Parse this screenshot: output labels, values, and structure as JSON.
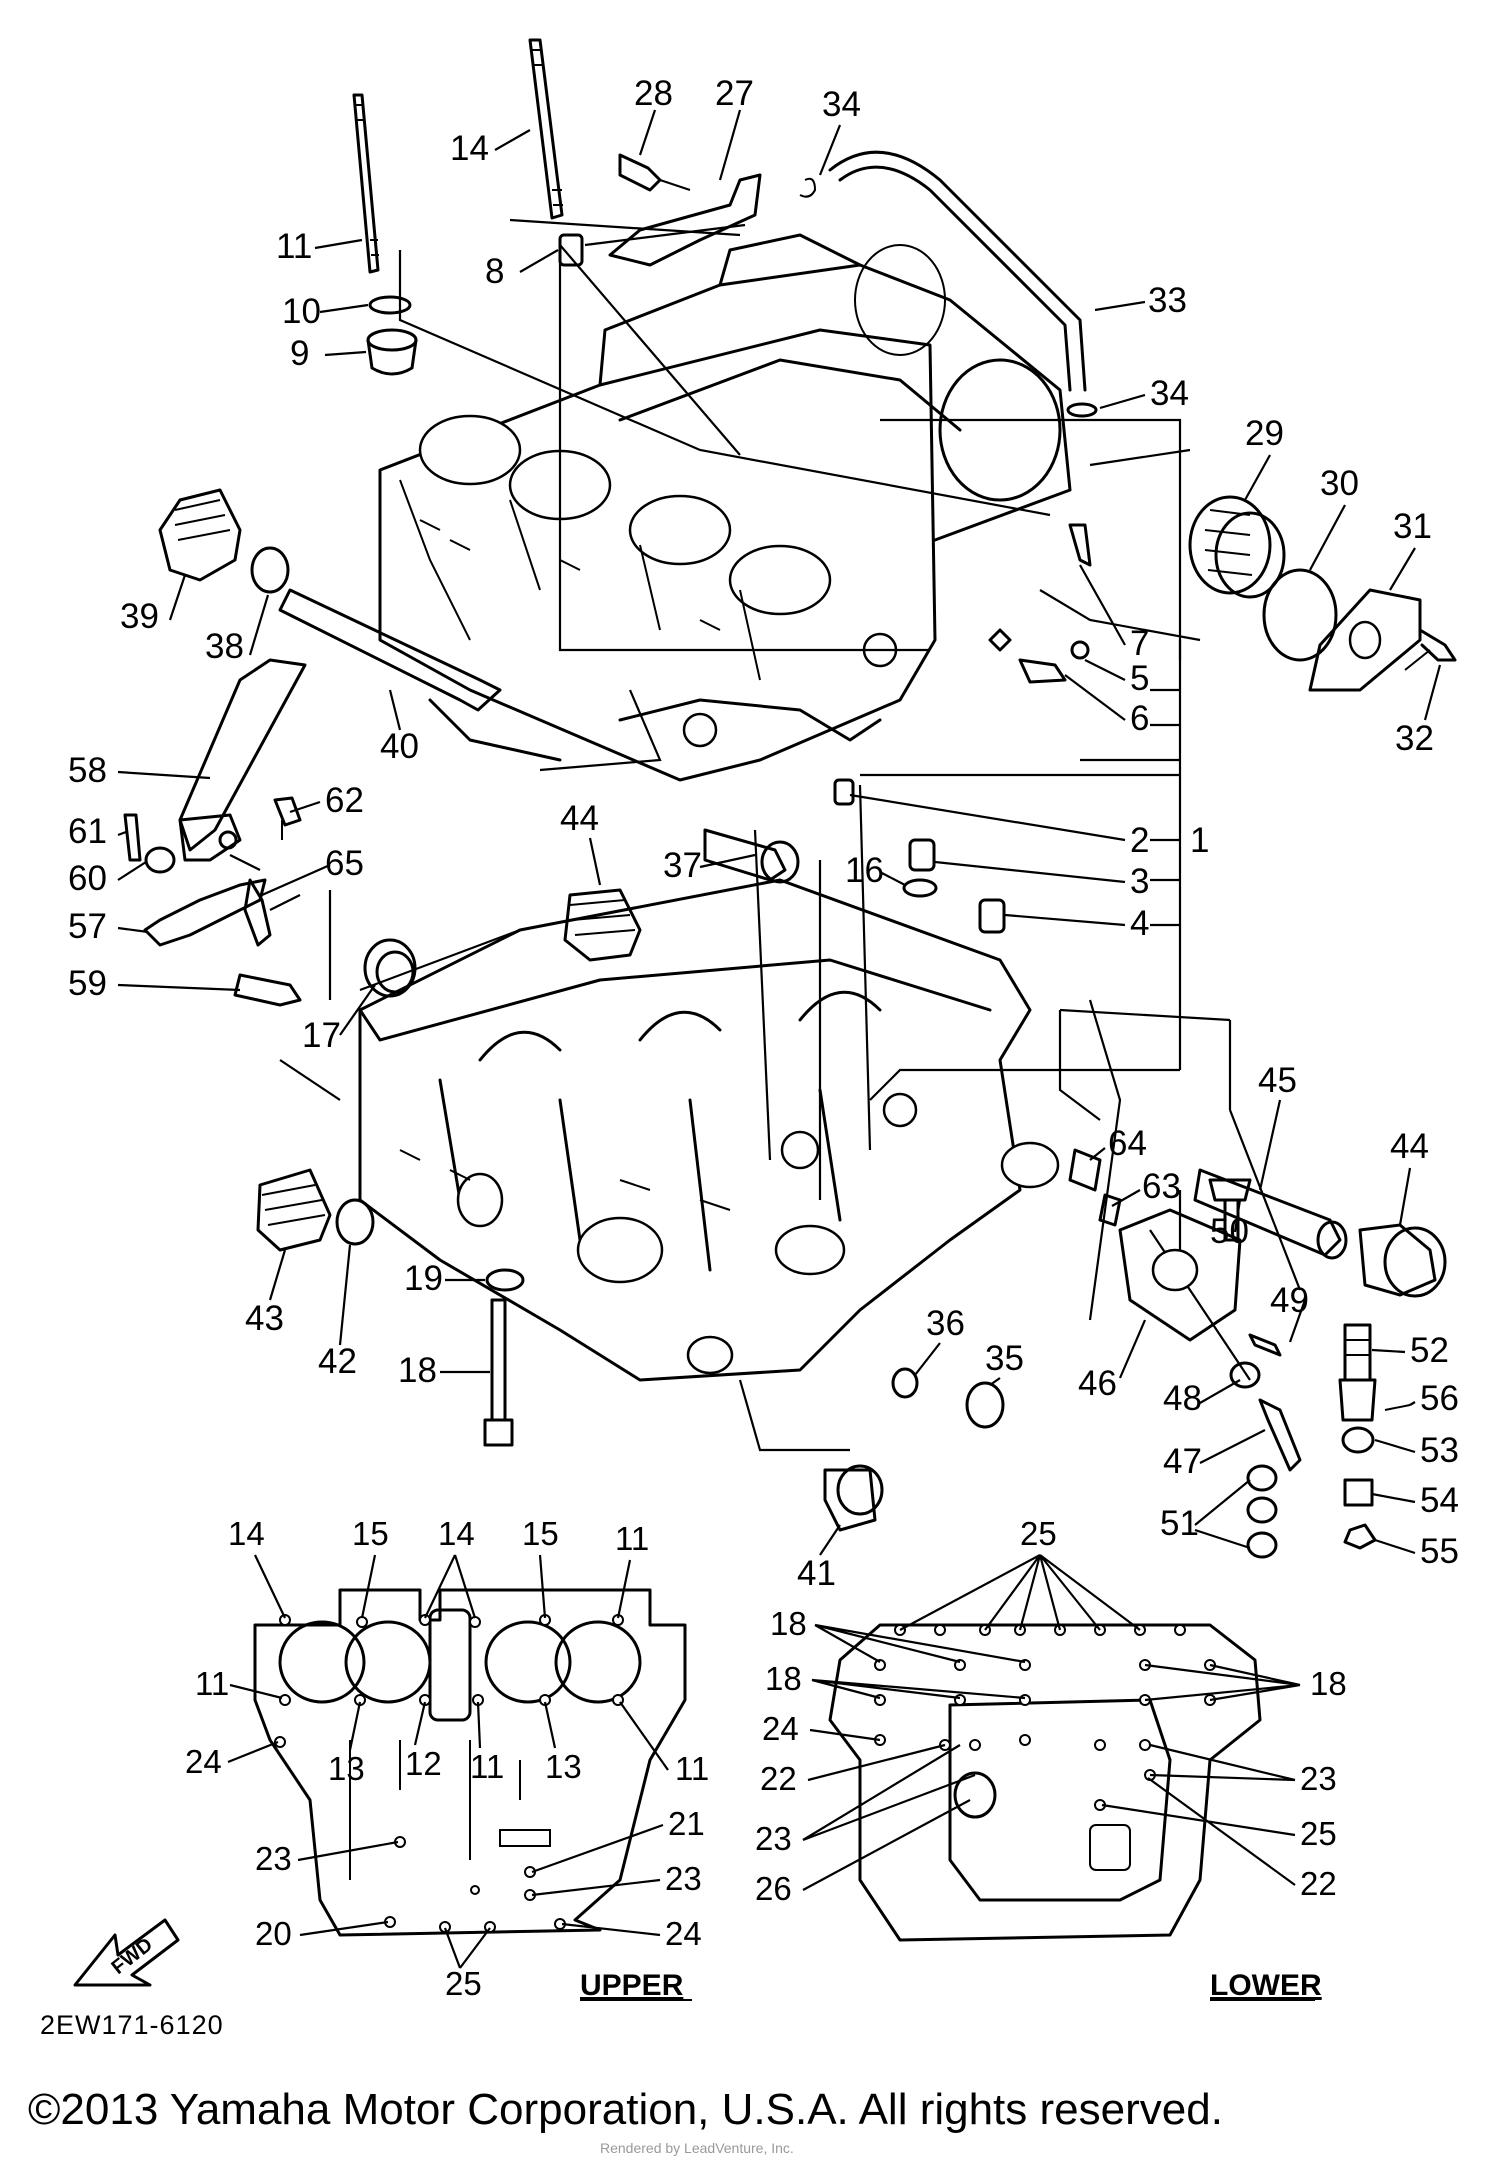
{
  "diagram": {
    "callouts": [
      {
        "id": "c1",
        "text": "1"
      },
      {
        "id": "c2",
        "text": "2"
      },
      {
        "id": "c3",
        "text": "3"
      },
      {
        "id": "c4",
        "text": "4"
      },
      {
        "id": "c5",
        "text": "5"
      },
      {
        "id": "c6",
        "text": "6"
      },
      {
        "id": "c7",
        "text": "7"
      },
      {
        "id": "c8",
        "text": "8"
      },
      {
        "id": "c9",
        "text": "9"
      },
      {
        "id": "c10",
        "text": "10"
      },
      {
        "id": "c11",
        "text": "11"
      },
      {
        "id": "c14",
        "text": "14"
      },
      {
        "id": "c16",
        "text": "16"
      },
      {
        "id": "c17",
        "text": "17"
      },
      {
        "id": "c18",
        "text": "18"
      },
      {
        "id": "c19",
        "text": "19"
      },
      {
        "id": "c27",
        "text": "27"
      },
      {
        "id": "c28",
        "text": "28"
      },
      {
        "id": "c29",
        "text": "29"
      },
      {
        "id": "c30",
        "text": "30"
      },
      {
        "id": "c31",
        "text": "31"
      },
      {
        "id": "c32",
        "text": "32"
      },
      {
        "id": "c33",
        "text": "33"
      },
      {
        "id": "c34a",
        "text": "34"
      },
      {
        "id": "c34b",
        "text": "34"
      },
      {
        "id": "c35",
        "text": "35"
      },
      {
        "id": "c36",
        "text": "36"
      },
      {
        "id": "c37",
        "text": "37"
      },
      {
        "id": "c38",
        "text": "38"
      },
      {
        "id": "c39",
        "text": "39"
      },
      {
        "id": "c40",
        "text": "40"
      },
      {
        "id": "c41",
        "text": "41"
      },
      {
        "id": "c42",
        "text": "42"
      },
      {
        "id": "c43",
        "text": "43"
      },
      {
        "id": "c44a",
        "text": "44"
      },
      {
        "id": "c44b",
        "text": "44"
      },
      {
        "id": "c45",
        "text": "45"
      },
      {
        "id": "c46",
        "text": "46"
      },
      {
        "id": "c47",
        "text": "47"
      },
      {
        "id": "c48",
        "text": "48"
      },
      {
        "id": "c49",
        "text": "49"
      },
      {
        "id": "c50",
        "text": "50"
      },
      {
        "id": "c51",
        "text": "51"
      },
      {
        "id": "c52",
        "text": "52"
      },
      {
        "id": "c53",
        "text": "53"
      },
      {
        "id": "c54",
        "text": "54"
      },
      {
        "id": "c55",
        "text": "55"
      },
      {
        "id": "c56",
        "text": "56"
      },
      {
        "id": "c57",
        "text": "57"
      },
      {
        "id": "c58",
        "text": "58"
      },
      {
        "id": "c59",
        "text": "59"
      },
      {
        "id": "c60",
        "text": "60"
      },
      {
        "id": "c61",
        "text": "61"
      },
      {
        "id": "c62",
        "text": "62"
      },
      {
        "id": "c63",
        "text": "63"
      },
      {
        "id": "c64",
        "text": "64"
      },
      {
        "id": "c65",
        "text": "65"
      }
    ],
    "upper_view": {
      "title": "UPPER",
      "labels": [
        "14",
        "15",
        "14",
        "15",
        "11",
        "11",
        "13",
        "12",
        "11",
        "13",
        "11",
        "24",
        "23",
        "21",
        "23",
        "20",
        "25",
        "24"
      ]
    },
    "lower_view": {
      "title": "LOWER",
      "labels": [
        "25",
        "18",
        "18",
        "18",
        "24",
        "22",
        "23",
        "23",
        "26",
        "25",
        "22"
      ]
    },
    "fwd_arrow": {
      "text": "FWD"
    }
  },
  "footer": {
    "diagram_code": "2EW171-6120",
    "copyright": "©2013 Yamaha Motor Corporation, U.S.A. All rights reserved.",
    "watermark": "Rendered by LeadVenture, Inc."
  }
}
